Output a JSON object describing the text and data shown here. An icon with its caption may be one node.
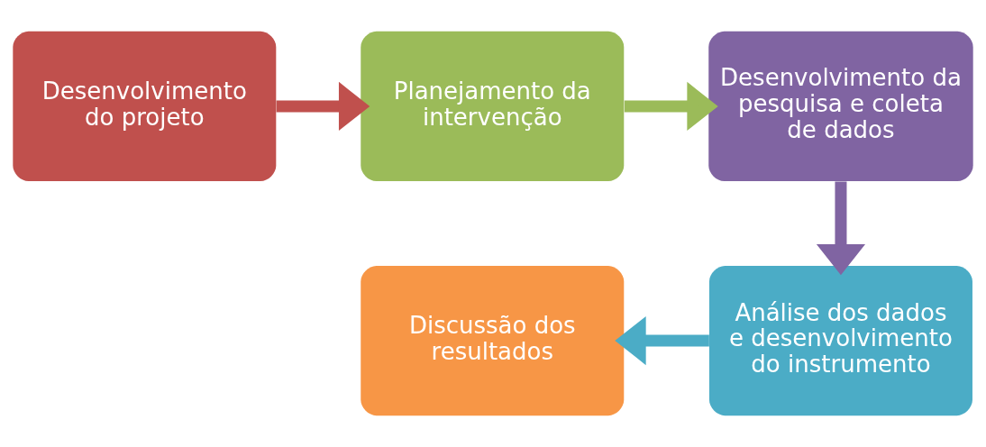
{
  "diagram": {
    "nodes": [
      {
        "text": [
          "Desenvolvimento do projeto"
        ]
      },
      {
        "text": [
          "Planejamento da intervenção"
        ]
      },
      {
        "text": [
          "Desenvolvimento da pesquisa e coleta de dados"
        ]
      },
      {
        "text": [
          "Análise dos dados e desenvolvimento do instrumento"
        ]
      },
      {
        "text": [
          "Discussão dos resultados"
        ]
      }
    ],
    "edges": [
      {
        "from": 0,
        "to": 1,
        "arrow": "to",
        "color": "#c0504d"
      },
      {
        "from": 1,
        "to": 2,
        "arrow": "to",
        "color": "#9bbb59"
      },
      {
        "from": 2,
        "to": 3,
        "arrow": "to",
        "color": "#8064a2"
      },
      {
        "from": 3,
        "to": 4,
        "arrow": "to",
        "color": "#4bacc6"
      }
    ]
  }
}
